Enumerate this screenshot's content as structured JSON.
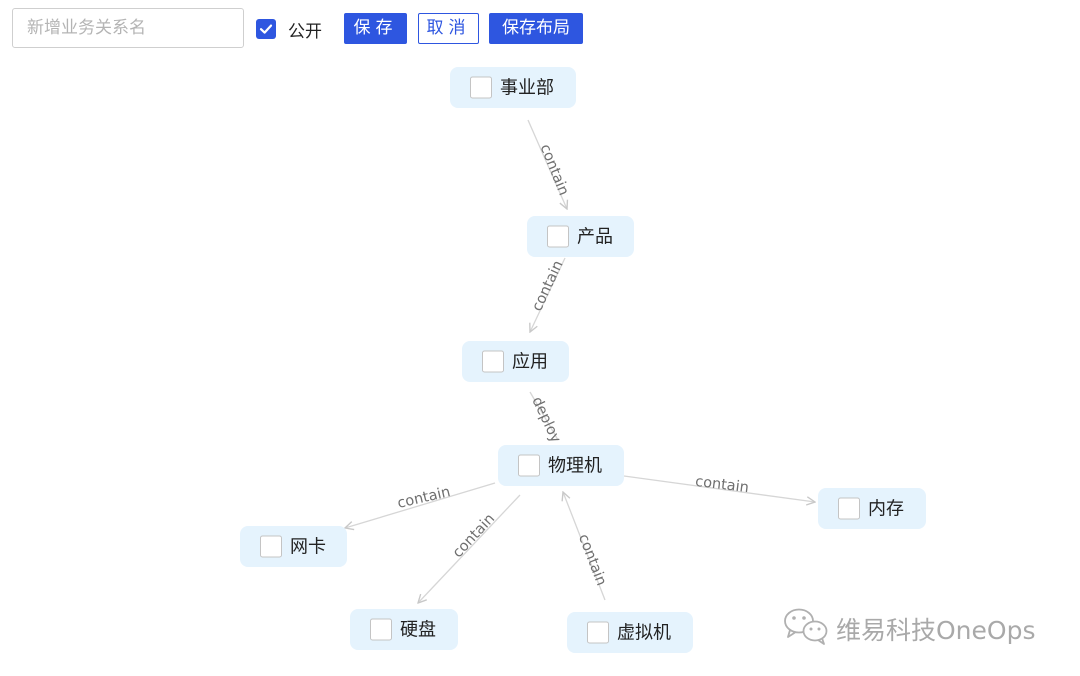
{
  "toolbar": {
    "name_placeholder": "新增业务关系名",
    "public_checked": true,
    "public_label": "公开",
    "save_label": "保存",
    "cancel_label": "取消",
    "save_layout_label": "保存布局"
  },
  "graph": {
    "nodes": [
      {
        "id": "bu",
        "label": "事业部"
      },
      {
        "id": "product",
        "label": "产品"
      },
      {
        "id": "app",
        "label": "应用"
      },
      {
        "id": "host",
        "label": "物理机"
      },
      {
        "id": "nic",
        "label": "网卡"
      },
      {
        "id": "memory",
        "label": "内存"
      },
      {
        "id": "disk",
        "label": "硬盘"
      },
      {
        "id": "vm",
        "label": "虚拟机"
      }
    ],
    "edges": [
      {
        "from": "bu",
        "to": "product",
        "label": "contain"
      },
      {
        "from": "product",
        "to": "app",
        "label": "contain"
      },
      {
        "from": "app",
        "to": "host",
        "label": "deploy"
      },
      {
        "from": "host",
        "to": "memory",
        "label": "contain"
      },
      {
        "from": "host",
        "to": "nic",
        "label": "contain"
      },
      {
        "from": "host",
        "to": "disk",
        "label": "contain"
      },
      {
        "from": "vm",
        "to": "host",
        "label": "contain"
      }
    ]
  },
  "watermark": {
    "icon": "wechat-icon",
    "text": "维易科技OneOps"
  },
  "colors": {
    "accent": "#2e56e0",
    "node_fill": "#e5f3fd",
    "edge": "#d6d6d6",
    "edge_label": "#6f6f6f"
  }
}
